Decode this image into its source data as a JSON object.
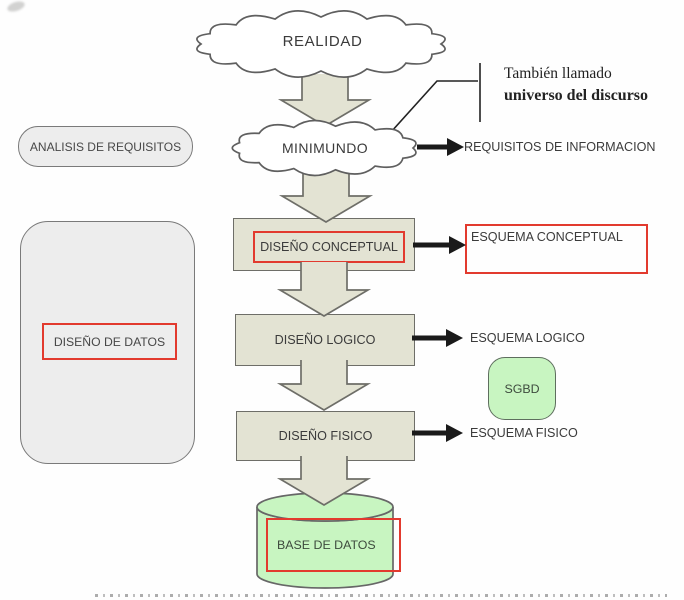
{
  "diagram": {
    "clouds": {
      "realidad": "REALIDAD",
      "minimundo": "MINIMUNDO"
    },
    "annotation": {
      "line1": "También llamado",
      "line2": "universo del discurso"
    },
    "side": {
      "analisis": "ANALISIS DE REQUISITOS",
      "diseno_datos": "DISEÑO DE DATOS"
    },
    "stages": {
      "conceptual": "DISEÑO CONCEPTUAL",
      "logico": "DISEÑO LOGICO",
      "fisico": "DISEÑO FISICO"
    },
    "outputs": {
      "informacion": "REQUISITOS DE INFORMACION",
      "conceptual": "ESQUEMA CONCEPTUAL",
      "logico": "ESQUEMA LOGICO",
      "fisico": "ESQUEMA FISICO"
    },
    "sgbd": "SGBD",
    "database": "BASE DE DATOS",
    "colors": {
      "stage_fill": "#e3e3d3",
      "panel_fill": "#ededed",
      "green_fill": "#c8f5c1",
      "highlight_red": "#e23a2e",
      "arrow_black": "#1a1a1a"
    }
  }
}
